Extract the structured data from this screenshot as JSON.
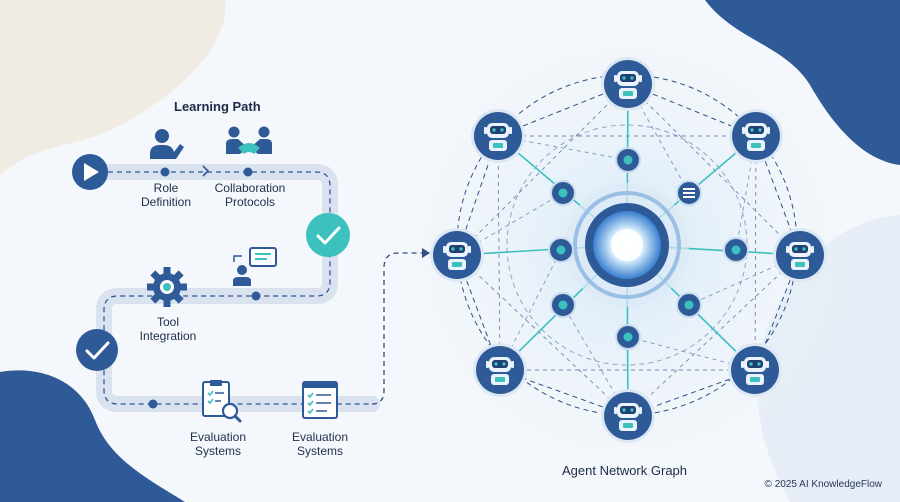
{
  "learning_path": {
    "title": "Learning Path",
    "steps": [
      {
        "line1": "Role",
        "line2": "Definition"
      },
      {
        "line1": "Collaboration",
        "line2": "Protocols"
      },
      {
        "line1": "Tool",
        "line2": "Integration"
      },
      {
        "line1": "Evaluation",
        "line2": "Systems"
      },
      {
        "line1": "Evaluation",
        "line2": "Systems"
      }
    ]
  },
  "network": {
    "title": "Agent Network Graph"
  },
  "footer": {
    "copyright": "© 2025 AI KnowledgeFlow"
  },
  "colors": {
    "primary": "#2f5a98",
    "accent": "#3cc1bf",
    "track": "#d9e2ee",
    "text": "#1f2f4a"
  }
}
